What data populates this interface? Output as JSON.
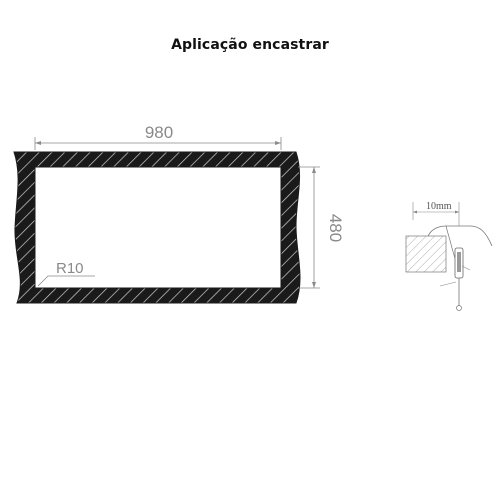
{
  "title": "Aplicação encastrar",
  "cutout": {
    "width_label": "980",
    "height_label": "480",
    "radius_label": "R10"
  },
  "detail": {
    "gap_label": "10mm"
  },
  "colors": {
    "outline": "#1a1a1a",
    "hatch": "#ffffff",
    "dimension": "#8a8a8a"
  }
}
